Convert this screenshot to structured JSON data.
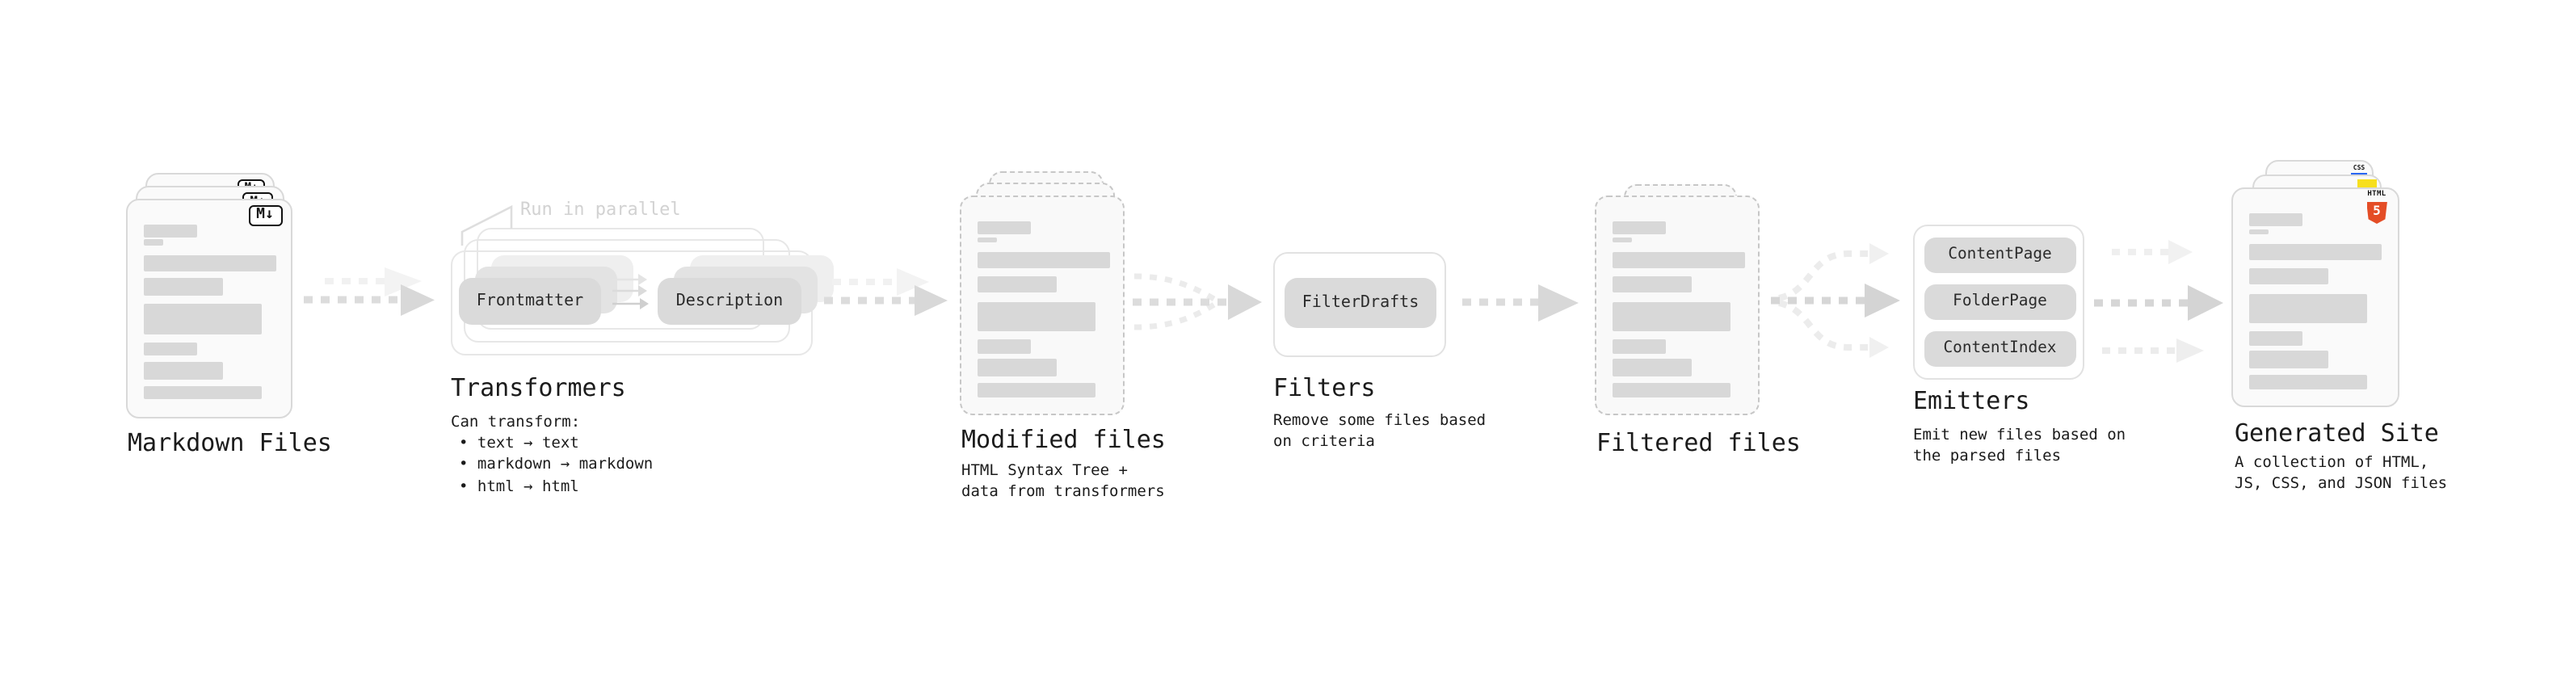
{
  "markdown": {
    "label": "Markdown Files",
    "badge": "M↓"
  },
  "transformers": {
    "heading": "Transformers",
    "annotation": "Run in parallel",
    "pill_from": "Frontmatter",
    "pill_to": "Description",
    "desc_title": "Can transform:",
    "bullets": [
      "• text → text",
      "• markdown → markdown",
      "• html → html"
    ]
  },
  "modified": {
    "label": "Modified files",
    "desc_line1": "HTML Syntax Tree +",
    "desc_line2": "data from transformers"
  },
  "filters": {
    "heading": "Filters",
    "pill": "FilterDrafts",
    "desc_line1": "Remove some files based",
    "desc_line2": "on criteria"
  },
  "filtered": {
    "label": "Filtered files"
  },
  "emitters": {
    "heading": "Emitters",
    "pills": [
      "ContentPage",
      "FolderPage",
      "ContentIndex"
    ],
    "desc_line1": "Emit new files based on",
    "desc_line2": "the parsed files"
  },
  "generated": {
    "label": "Generated Site",
    "badge_css": "CSS",
    "badge_html_label": "HTML",
    "badge_html_number": "5",
    "desc_line1": "A collection of HTML,",
    "desc_line2": "JS, CSS, and JSON files"
  },
  "colors": {
    "ink": "#1b1b1b",
    "muted_annotation": "#d2d2d2",
    "card_bar": "#d8d8d8",
    "pill_fill": "#dadada",
    "arrow_dark": "#d6d6d6",
    "arrow_faint": "#f0f0f0",
    "html5_orange": "#e44d26",
    "js_yellow": "#f7df1e",
    "css_blue": "#2965f1"
  }
}
